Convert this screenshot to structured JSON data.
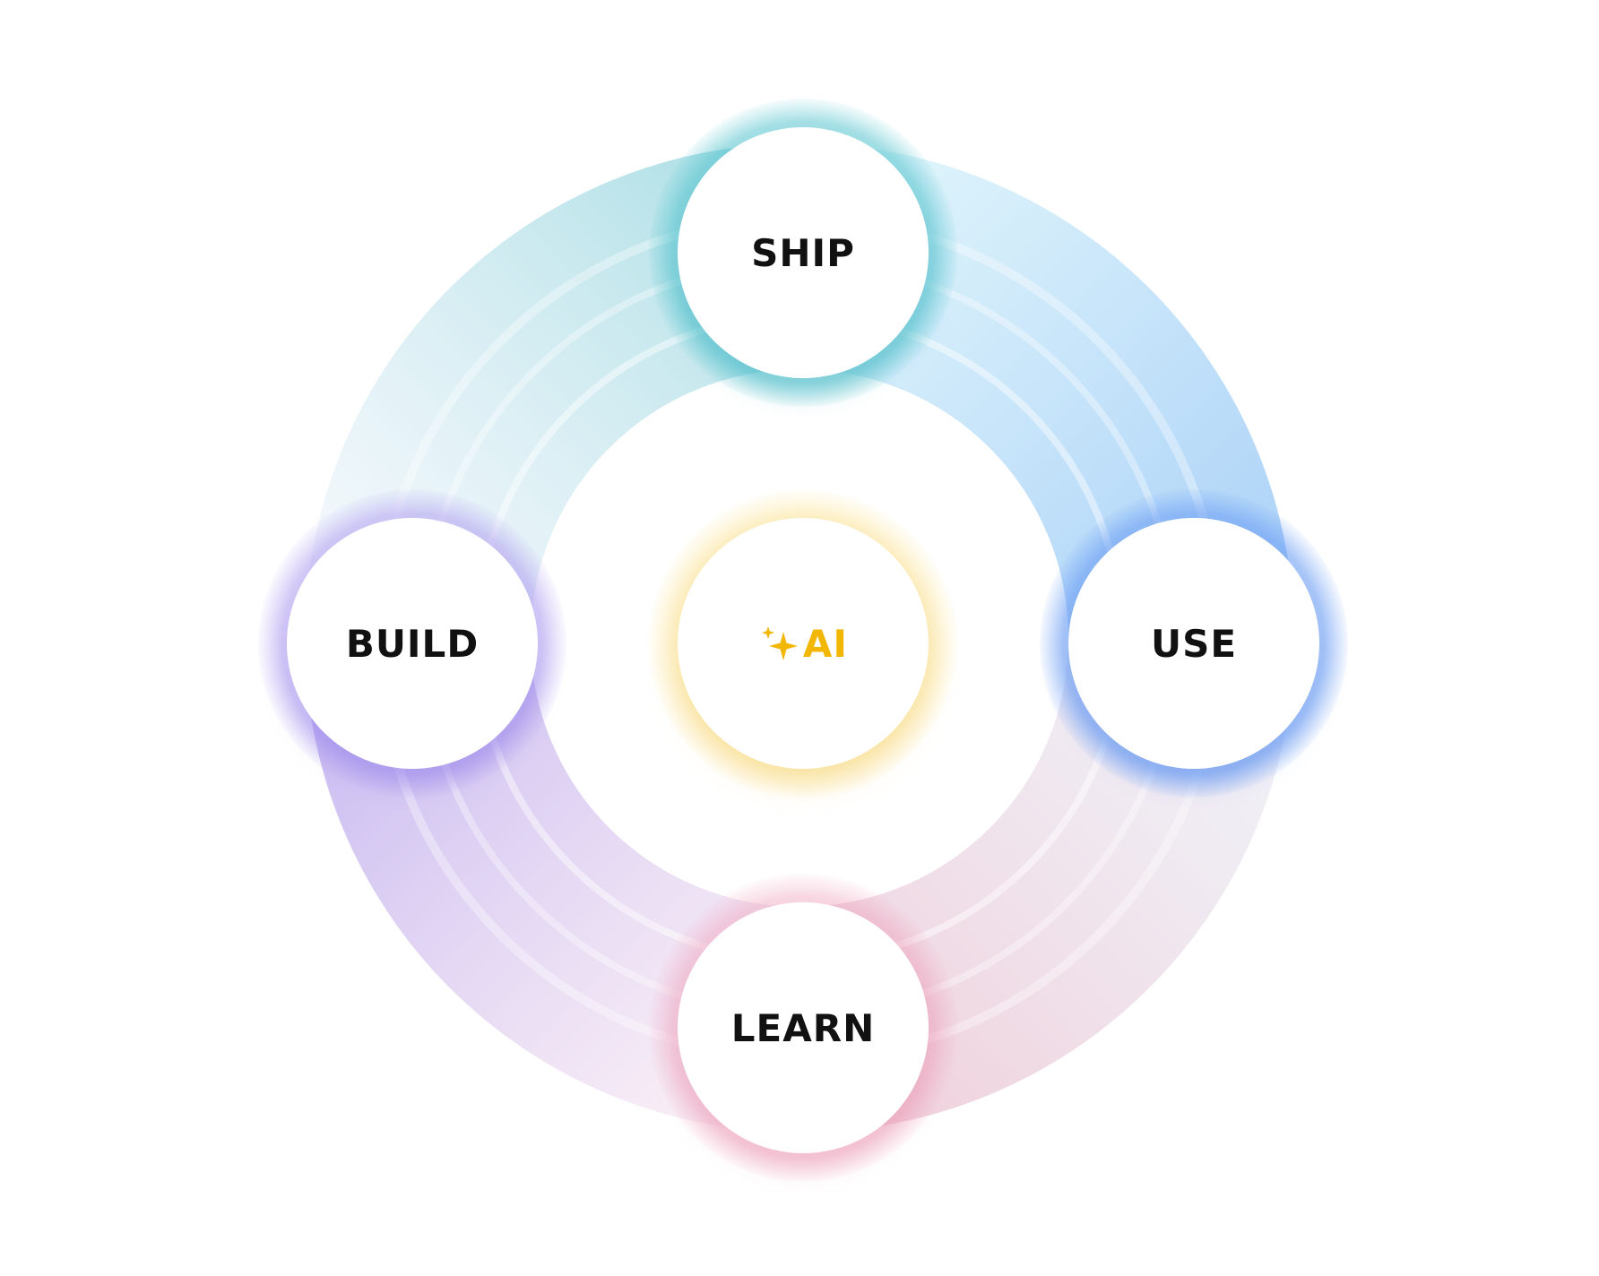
{
  "diagram": {
    "nodes": {
      "ship": {
        "label": "SHIP"
      },
      "use": {
        "label": "USE"
      },
      "learn": {
        "label": "LEARN"
      },
      "build": {
        "label": "BUILD"
      },
      "center": {
        "label": "AI",
        "icon": "sparkle-icon"
      }
    },
    "colors": {
      "ship": "#5EC8D2",
      "use": "#6EA0F5",
      "learn": "#F0AAC3",
      "build": "#AA96F0",
      "center_text": "#F2B705"
    }
  }
}
